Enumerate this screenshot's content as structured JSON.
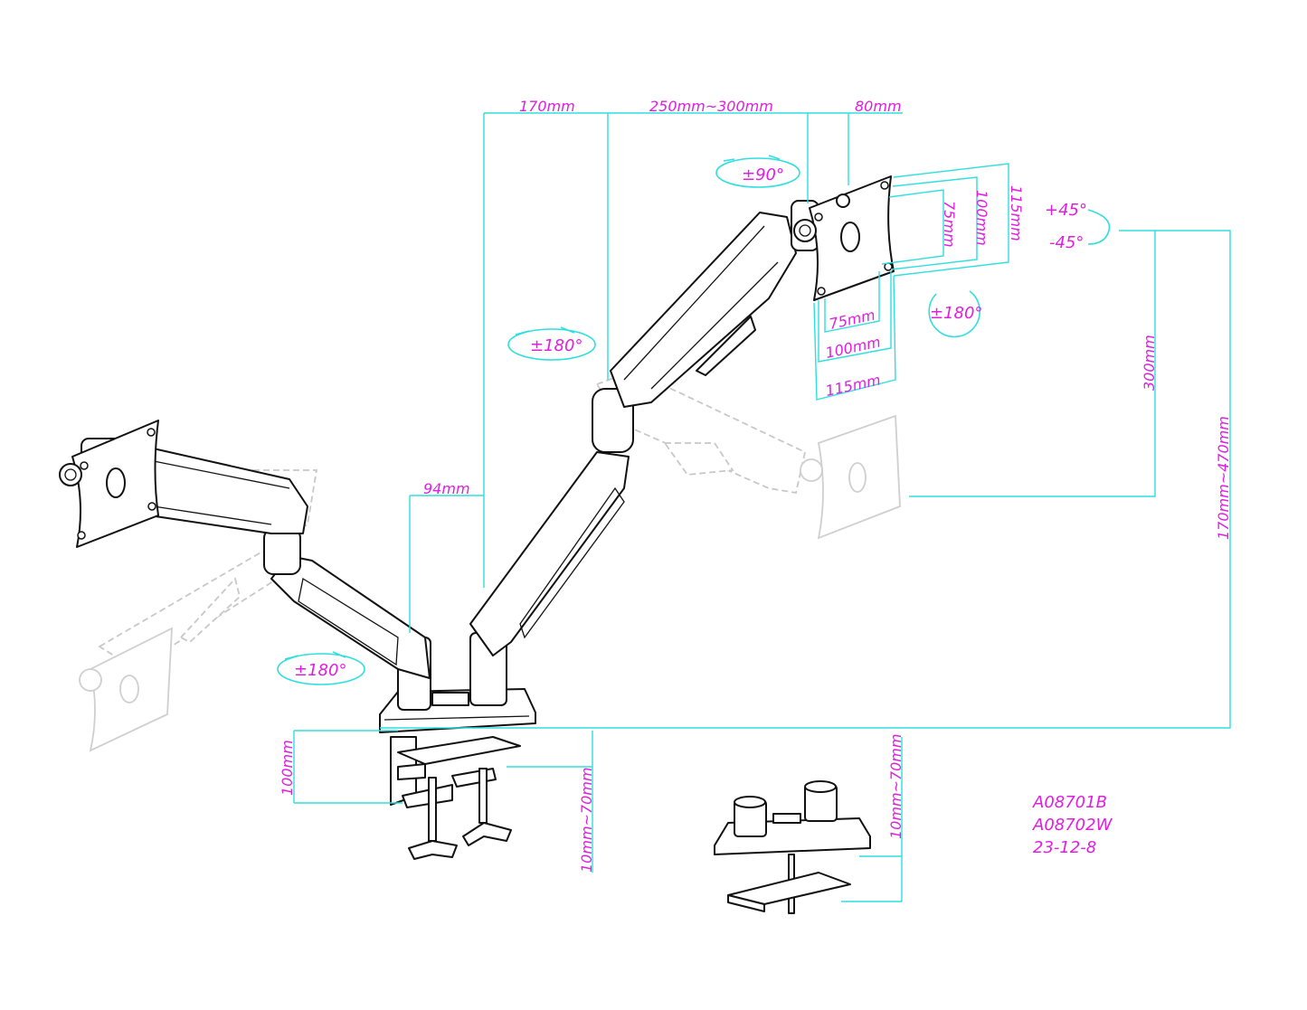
{
  "title": "Dual monitor arm dimension drawing",
  "dimensions": {
    "top_left_span": "170mm",
    "top_mid_span": "250mm~300mm",
    "top_right_span": "80mm",
    "pole_offset": "94mm",
    "vesa_h_75": "75mm",
    "vesa_h_100": "100mm",
    "vesa_h_115": "115mm",
    "vesa_v_75": "75mm",
    "vesa_v_100": "100mm",
    "vesa_v_115": "115mm",
    "height_adjust": "300mm",
    "total_height": "170mm~470mm",
    "clamp_depth": "100mm",
    "clamp_thickness": "10mm~70mm",
    "grommet_thickness": "10mm~70mm"
  },
  "rotations": {
    "tilt": "±90°",
    "swivel_upper": "±180°",
    "swivel_lower": "±180°",
    "rotation_plate": "±180°",
    "level_plus": "+45°",
    "level_minus": "-45°"
  },
  "model": {
    "code_black": "A08701B",
    "code_white": "A08702W",
    "date": "23-12-8"
  },
  "colors": {
    "dimension": "#2fdede",
    "label": "#e01ee0",
    "outline": "#111111",
    "ghost": "#c8c8c8"
  }
}
